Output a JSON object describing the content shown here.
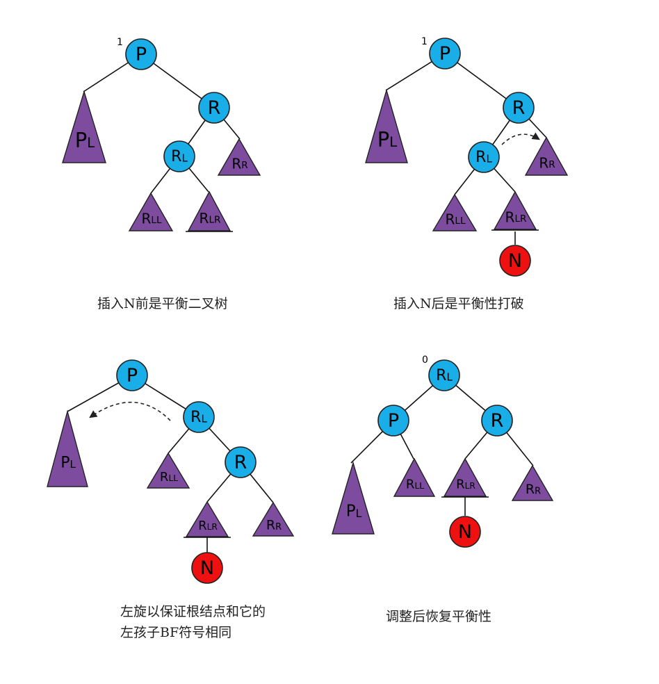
{
  "colors": {
    "node": "#1aaee8",
    "new_node": "#ee1111",
    "subtree": "#7d4c9e",
    "edge": "#111111",
    "arrow": "#222222"
  },
  "panels": [
    {
      "caption": [
        "插入N前是平衡二叉树"
      ],
      "bf_mark": "1",
      "nodes": [
        {
          "id": "P",
          "base": "P",
          "sub": ""
        },
        {
          "id": "R",
          "base": "R",
          "sub": ""
        },
        {
          "id": "RL",
          "base": "R",
          "sub": "L"
        }
      ],
      "subtrees": [
        {
          "id": "PL",
          "base": "P",
          "sub": "L"
        },
        {
          "id": "RR",
          "base": "R",
          "sub": "R"
        },
        {
          "id": "RLL",
          "base": "R",
          "sub": "LL"
        },
        {
          "id": "RLR",
          "base": "R",
          "sub": "LR"
        }
      ]
    },
    {
      "caption": [
        "插入N后是平衡性打破"
      ],
      "bf_mark": "1",
      "nodes": [
        {
          "id": "P",
          "base": "P",
          "sub": ""
        },
        {
          "id": "R",
          "base": "R",
          "sub": ""
        },
        {
          "id": "RL",
          "base": "R",
          "sub": "L"
        },
        {
          "id": "N",
          "base": "N",
          "sub": "",
          "new": true
        }
      ],
      "subtrees": [
        {
          "id": "PL",
          "base": "P",
          "sub": "L"
        },
        {
          "id": "RR",
          "base": "R",
          "sub": "R"
        },
        {
          "id": "RLL",
          "base": "R",
          "sub": "LL"
        },
        {
          "id": "RLR",
          "base": "R",
          "sub": "LR"
        }
      ]
    },
    {
      "caption": [
        "左旋以保证根结点和它的",
        "左孩子BF符号相同"
      ],
      "bf_mark": "",
      "nodes": [
        {
          "id": "P",
          "base": "P",
          "sub": ""
        },
        {
          "id": "RL",
          "base": "R",
          "sub": "L"
        },
        {
          "id": "R",
          "base": "R",
          "sub": ""
        },
        {
          "id": "N",
          "base": "N",
          "sub": "",
          "new": true
        }
      ],
      "subtrees": [
        {
          "id": "PL",
          "base": "P",
          "sub": "L"
        },
        {
          "id": "RLL",
          "base": "R",
          "sub": "LL"
        },
        {
          "id": "RLR",
          "base": "R",
          "sub": "LR"
        },
        {
          "id": "RR",
          "base": "R",
          "sub": "R"
        }
      ]
    },
    {
      "caption": [
        "调整后恢复平衡性"
      ],
      "bf_mark": "0",
      "nodes": [
        {
          "id": "RL",
          "base": "R",
          "sub": "L"
        },
        {
          "id": "P",
          "base": "P",
          "sub": ""
        },
        {
          "id": "R",
          "base": "R",
          "sub": ""
        },
        {
          "id": "N",
          "base": "N",
          "sub": "",
          "new": true
        }
      ],
      "subtrees": [
        {
          "id": "PL",
          "base": "P",
          "sub": "L"
        },
        {
          "id": "RLL",
          "base": "R",
          "sub": "LL"
        },
        {
          "id": "RLR",
          "base": "R",
          "sub": "LR"
        },
        {
          "id": "RR",
          "base": "R",
          "sub": "R"
        }
      ]
    }
  ]
}
